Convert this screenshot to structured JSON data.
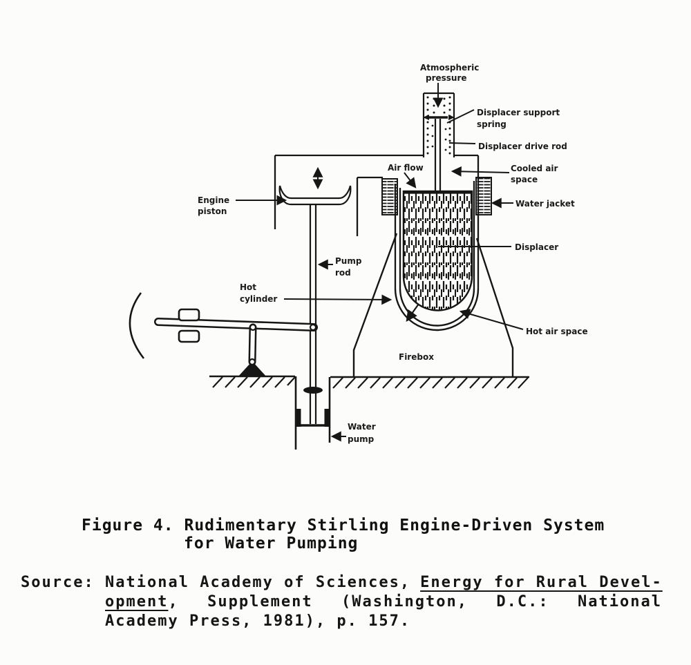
{
  "diagram": {
    "ink_color": "#161616",
    "labels": {
      "atmospheric_1": "Atmospheric",
      "atmospheric_2": "pressure",
      "displacer_support_1": "Displacer support",
      "displacer_support_2": "spring",
      "displacer_drive_rod": "Displacer drive rod",
      "cooled_air_1": "Cooled air",
      "cooled_air_2": "space",
      "air_flow": "Air flow",
      "water_jacket": "Water jacket",
      "engine_piston_1": "Engine",
      "engine_piston_2": "piston",
      "displacer": "Displacer",
      "pump_rod_1": "Pump",
      "pump_rod_2": "rod",
      "hot_cylinder_1": "Hot",
      "hot_cylinder_2": "cylinder",
      "hot_air_space": "Hot air space",
      "firebox": "Firebox",
      "water_pump_1": "Water",
      "water_pump_2": "pump"
    }
  },
  "caption": {
    "line1": "Figure 4. Rudimentary Stirling Engine-Driven System",
    "line2": "for Water Pumping"
  },
  "source": {
    "label": "Source:",
    "line1_text": "National Academy of Sciences,",
    "line1_underlined": "Energy for Rural Devel-",
    "line2_underlined": "opment",
    "line2_after": ",",
    "line2_words": [
      "Supplement",
      "(Washington,",
      "D.C.:",
      "National"
    ],
    "line3": "Academy Press, 1981), p. 157."
  }
}
